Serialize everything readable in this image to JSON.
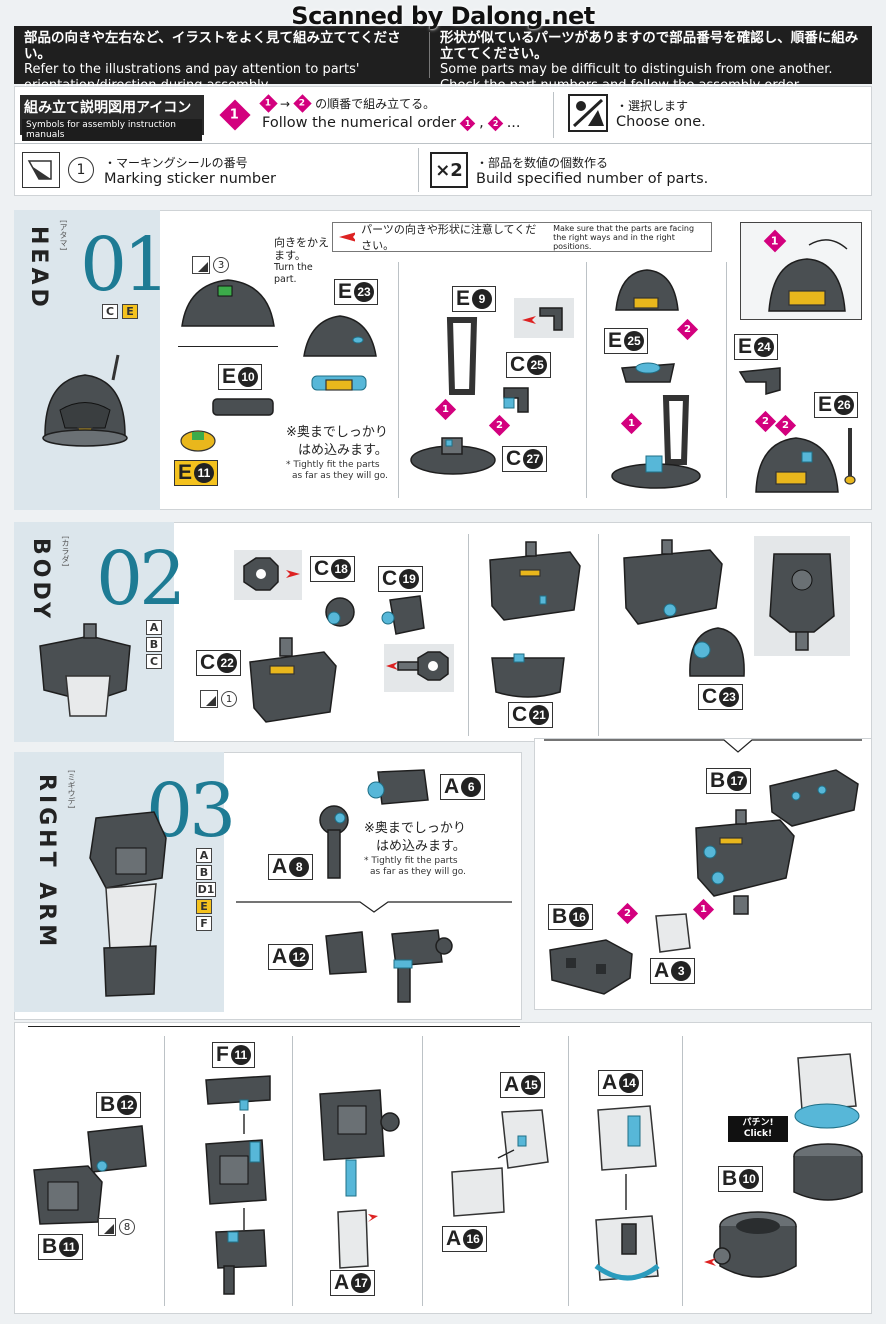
{
  "watermark": "Scanned by Dalong.net",
  "header": {
    "left_jp": "部品の向きや左右など、イラストをよく見て組み立ててください。",
    "left_en1": "Refer to the illustrations and pay attention to parts'",
    "left_en2": "orientation/direction during assembly.",
    "right_jp": "形状が似ているパーツがありますので部品番号を確認し、順番に組み立ててください。",
    "right_en1": "Some parts may be difficult to distinguish from one another.",
    "right_en2": "Check the part numbers and follow the assembly order."
  },
  "symbols": {
    "title_jp": "組み立て説明図用アイコン",
    "title_en": "Symbols for assembly instruction manuals",
    "order_badge": "1",
    "order_jp_badge1": "1",
    "order_jp_badge2": "2",
    "order_jp": "の順番で組み立てる。",
    "order_en": "Follow the numerical order",
    "order_en_b1": "1",
    "order_en_b2": "2",
    "order_en_ellipsis": "...",
    "choose_jp": "・選択します",
    "choose_en": "Choose one.",
    "sticker_num": "1",
    "sticker_jp": "・マーキングシールの番号",
    "sticker_en": "Marking sticker number",
    "build_x": "×2",
    "build_jp": "・部品を数値の個数作る",
    "build_en": "Build specified number of parts."
  },
  "steps": {
    "head": {
      "num": "01",
      "name": "HEAD",
      "kana": "[アタマ]",
      "runners": [
        "C",
        "E"
      ],
      "hint_jp": "パーツの向きや形状に注意してください。",
      "hint_en": "Make sure that the parts are facing the right ways and in the right positions.",
      "turn_jp": "向きをかえます。",
      "turn_en": "Turn the part.",
      "sticker": "3",
      "fit_jp1": "※奥までしっかり",
      "fit_jp2": "はめ込みます。",
      "fit_en1": "* Tightly fit the parts",
      "fit_en2": "as far as they will go.",
      "parts": [
        {
          "r": "E",
          "n": "23"
        },
        {
          "r": "E",
          "n": "10"
        },
        {
          "r": "E",
          "n": "11"
        },
        {
          "r": "E",
          "n": "9"
        },
        {
          "r": "C",
          "n": "25"
        },
        {
          "r": "C",
          "n": "27"
        },
        {
          "r": "E",
          "n": "25"
        },
        {
          "r": "E",
          "n": "24"
        },
        {
          "r": "E",
          "n": "26"
        }
      ],
      "badges": [
        "1",
        "2",
        "1",
        "2",
        "1",
        "2",
        "2"
      ]
    },
    "body": {
      "num": "02",
      "name": "BODY",
      "kana": "[カラダ]",
      "runners": [
        "A",
        "B",
        "C"
      ],
      "sticker": "1",
      "parts": [
        {
          "r": "C",
          "n": "18"
        },
        {
          "r": "C",
          "n": "19"
        },
        {
          "r": "C",
          "n": "22"
        },
        {
          "r": "C",
          "n": "21"
        },
        {
          "r": "C",
          "n": "23"
        }
      ]
    },
    "right_arm": {
      "num": "03",
      "name": "RIGHT ARM",
      "kana": "[ミギウデ]",
      "runners": [
        "A",
        "B",
        "D1",
        "E",
        "F"
      ],
      "fit_jp1": "※奥までしっかり",
      "fit_jp2": "はめ込みます。",
      "fit_en1": "* Tightly fit the parts",
      "fit_en2": "as far as they will go.",
      "sticker": "8",
      "click_jp": "パチン!",
      "click_en": "Click!",
      "parts": [
        {
          "r": "A",
          "n": "6"
        },
        {
          "r": "A",
          "n": "8"
        },
        {
          "r": "A",
          "n": "12"
        },
        {
          "r": "B",
          "n": "17"
        },
        {
          "r": "B",
          "n": "16"
        },
        {
          "r": "A",
          "n": "3"
        },
        {
          "r": "B",
          "n": "12"
        },
        {
          "r": "B",
          "n": "11"
        },
        {
          "r": "F",
          "n": "11"
        },
        {
          "r": "A",
          "n": "17"
        },
        {
          "r": "A",
          "n": "15"
        },
        {
          "r": "A",
          "n": "16"
        },
        {
          "r": "A",
          "n": "14"
        },
        {
          "r": "B",
          "n": "10"
        }
      ],
      "badges": [
        "2",
        "1"
      ]
    }
  }
}
